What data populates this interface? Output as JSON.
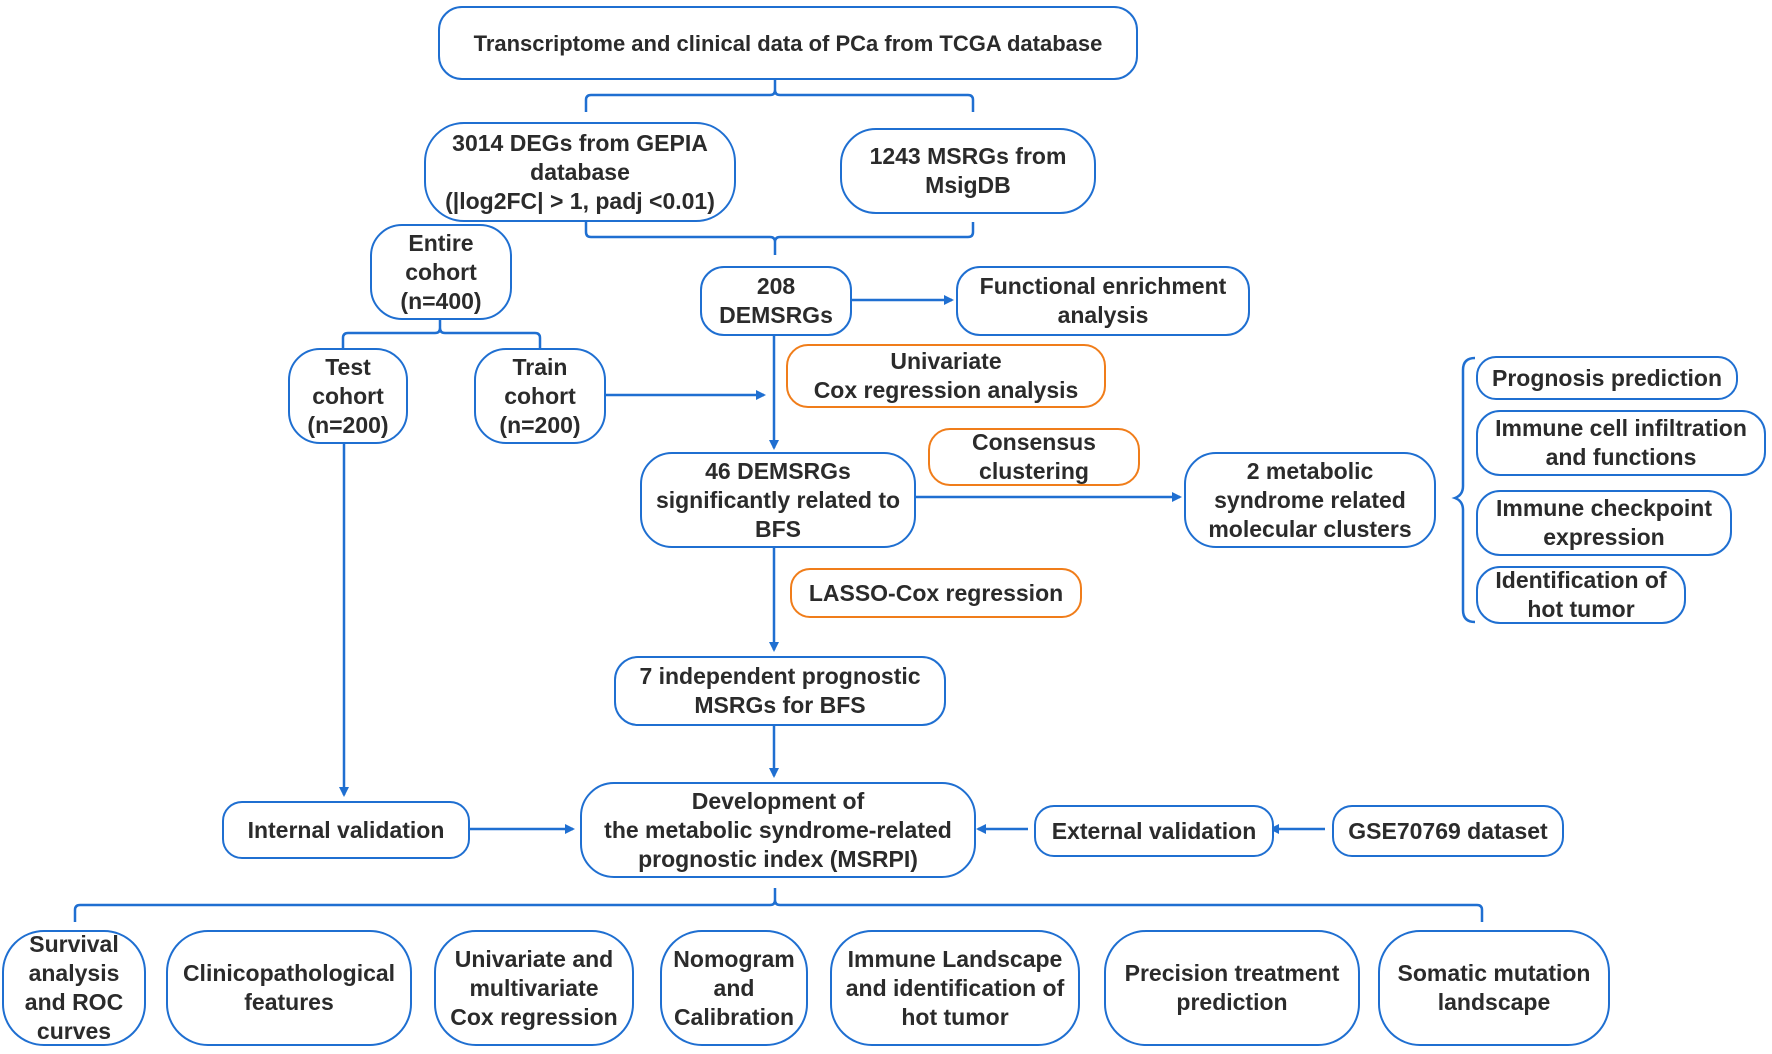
{
  "colors": {
    "blue": "#1f6fd1",
    "orange": "#f07d1a",
    "text": "#2b2b2b"
  },
  "nodes": {
    "tcga": "Transcriptome and clinical data of PCa from TCGA database",
    "degs": "3014 DEGs from GEPIA\ndatabase\n(|log2FC| > 1, padj <0.01)",
    "msrgs": "1243 MSRGs from\nMsigDB",
    "entire": "Entire\ncohort\n(n=400)",
    "demsrgs208": "208\nDEMSRGs",
    "functional": "Functional enrichment\nanalysis",
    "test": "Test\ncohort\n(n=200)",
    "train": "Train\ncohort\n(n=200)",
    "univariate": "Univariate\nCox regression analysis",
    "consensus": "Consensus\nclustering",
    "demsrgs46": "46 DEMSRGs\nsignificantly related to\nBFS",
    "clusters": "2 metabolic\nsyndrome related\nmolecular clusters",
    "prognosis": "Prognosis prediction",
    "immune_cell": "Immune cell infiltration\nand functions",
    "checkpoint": "Immune checkpoint\nexpression",
    "hot_tumor": "Identification of\nhot tumor",
    "lasso": "LASSO-Cox regression",
    "prognostic7": "7 independent prognostic\nMSRGs for BFS",
    "internal": "Internal validation",
    "msrpi": "Development of\nthe metabolic syndrome-related\nprognostic index (MSRPI)",
    "external": "External validation",
    "gse": "GSE70769 dataset"
  },
  "outputs": [
    "Survival\nanalysis\nand ROC\ncurves",
    "Clinicopathological\nfeatures",
    "Univariate and\nmultivariate\nCox regression",
    "Nomogram\nand\nCalibration",
    "Immune Landscape\nand identification of\nhot tumor",
    "Precision treatment\nprediction",
    "Somatic mutation\nlandscape"
  ]
}
